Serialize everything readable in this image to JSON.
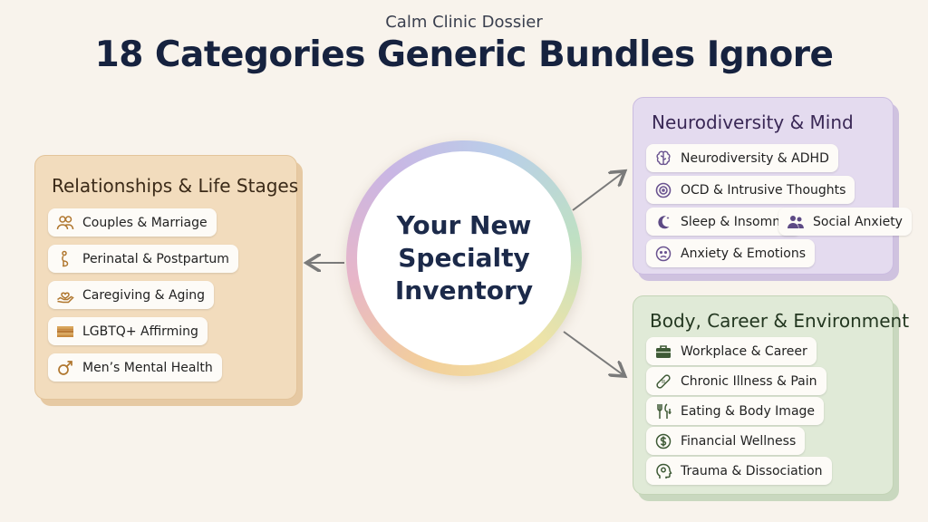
{
  "header": {
    "eyebrow": "Calm Clinic Dossier",
    "title": "18 Categories Generic Bundles Ignore"
  },
  "center": {
    "label": "Your New Specialty Inventory"
  },
  "panels": {
    "left": {
      "title": "Relationships & Life Stages",
      "color": "#f2dcbd",
      "items": [
        {
          "label": "Couples & Marriage",
          "icon": "couple-icon"
        },
        {
          "label": "Perinatal & Postpartum",
          "icon": "pregnant-person-icon"
        },
        {
          "label": "Caregiving & Aging",
          "icon": "caring-hand-icon"
        },
        {
          "label": "LGBTQ+ Affirming",
          "icon": "rainbow-flag-icon"
        },
        {
          "label": "Men’s Mental Health",
          "icon": "male-symbol-icon"
        }
      ]
    },
    "top_right": {
      "title": "Neurodiversity & Mind",
      "color": "#e4dbef",
      "items": [
        {
          "label": "Neurodiversity & ADHD",
          "icon": "brain-icon"
        },
        {
          "label": "OCD & Intrusive Thoughts",
          "icon": "spiral-icon"
        },
        {
          "label": "Sleep & Insomnia",
          "icon": "moon-icon"
        },
        {
          "label": "Social Anxiety",
          "icon": "people-icon"
        },
        {
          "label": "Anxiety & Emotions",
          "icon": "worried-face-icon"
        }
      ]
    },
    "bottom_right": {
      "title": "Body, Career & Environment",
      "color": "#e0ead7",
      "items": [
        {
          "label": "Workplace & Career",
          "icon": "briefcase-icon"
        },
        {
          "label": "Chronic Illness & Pain",
          "icon": "bandage-icon"
        },
        {
          "label": "Eating & Body Image",
          "icon": "fork-knife-icon"
        },
        {
          "label": "Financial Wellness",
          "icon": "dollar-coin-icon"
        },
        {
          "label": "Trauma & Dissociation",
          "icon": "head-profile-icon"
        }
      ]
    }
  }
}
